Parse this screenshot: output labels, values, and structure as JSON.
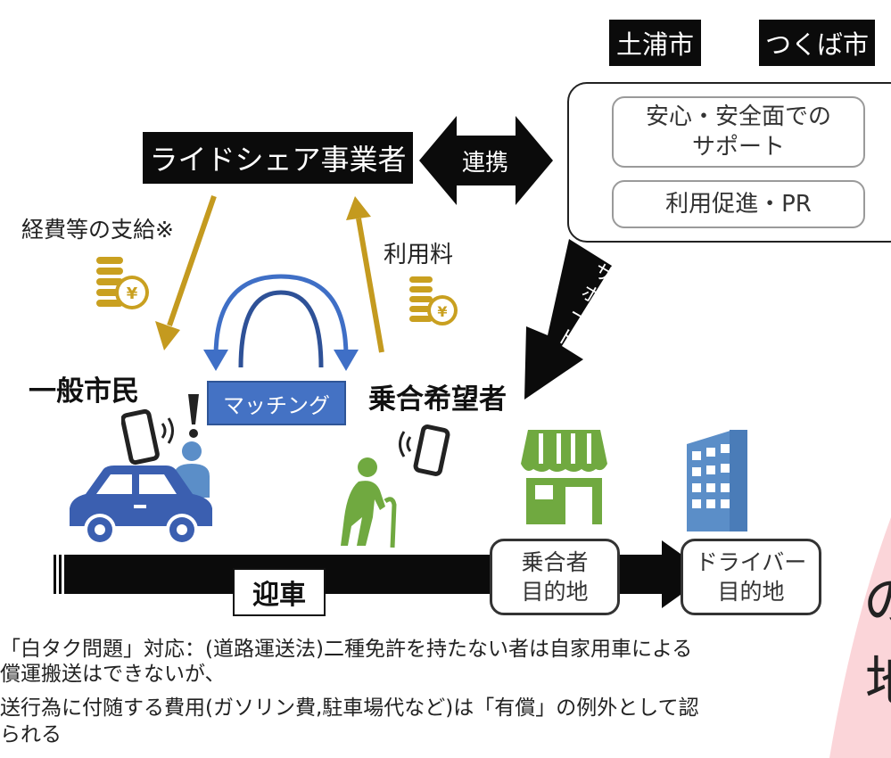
{
  "cities": {
    "tsuchiura": "土浦市",
    "tsukuba": "つくば市"
  },
  "operator": "ライドシェア事業者",
  "link_label": "連携",
  "support_items": [
    "安心・安全面での",
    "サポート",
    "利用促進・PR"
  ],
  "payment_label": "経費等の支給※",
  "fee_label": "利用料",
  "support_arrow_label": "サポート",
  "matching_label": "マッチング",
  "driver_label": "一般市民",
  "rider_label": "乗合希望者",
  "pickup_label": "迎車",
  "rider_destination": [
    "乗合者",
    "目的地"
  ],
  "driver_destination": [
    "ドライバー",
    "目的地"
  ],
  "notes": [
    "「白タク問題」対応：(道路運送法)二種免許を持たない者は自家用車による",
    "償運搬送はできないが、",
    "送行為に付随する費用(ガソリン費,駐車場代など)は「有償」の例外として認",
    "られる"
  ],
  "side_text": [
    "の",
    "地"
  ],
  "colors": {
    "black": "#0b0b0b",
    "gold": "#c49a1f",
    "blue_arrow": "#3f6fc6",
    "matching_box": "#4472c4",
    "car_blue": "#3b5fb0",
    "person_blue": "#5b8ec8",
    "green": "#70a940",
    "building": "#5b8ec8",
    "pink": "#fbd5d9"
  }
}
